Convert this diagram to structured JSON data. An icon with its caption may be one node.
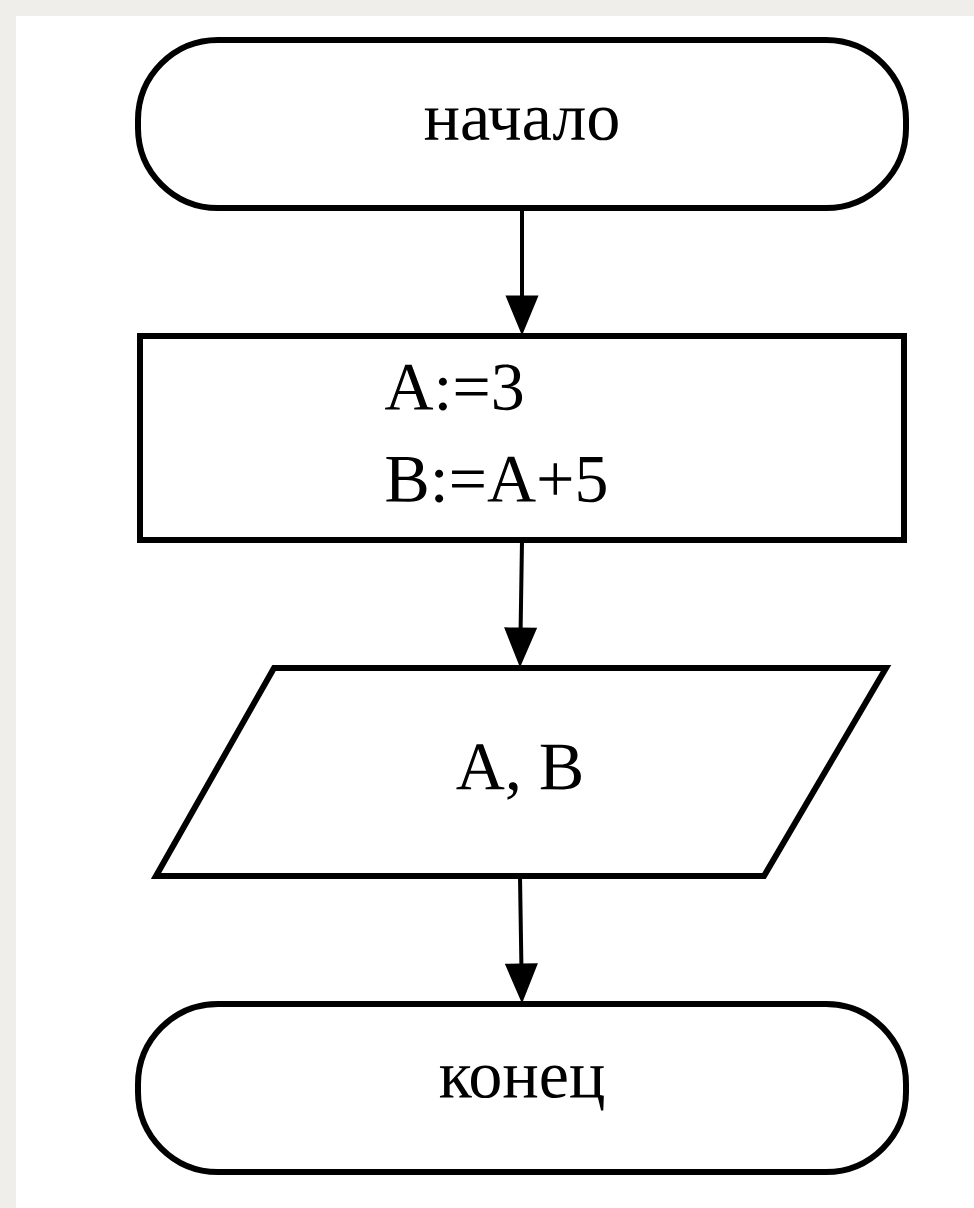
{
  "diagram": {
    "nodes": [
      {
        "text": [
          "начало"
        ]
      },
      {
        "text": [
          "A:=3",
          "B:=A+5"
        ]
      },
      {
        "text": [
          "A, B"
        ]
      },
      {
        "text": [
          "конец"
        ]
      }
    ],
    "edges": [
      {
        "from": 0,
        "to": 1,
        "arrow": "to"
      },
      {
        "from": 1,
        "to": 2,
        "arrow": "to"
      },
      {
        "from": 2,
        "to": 3,
        "arrow": "to"
      }
    ]
  }
}
